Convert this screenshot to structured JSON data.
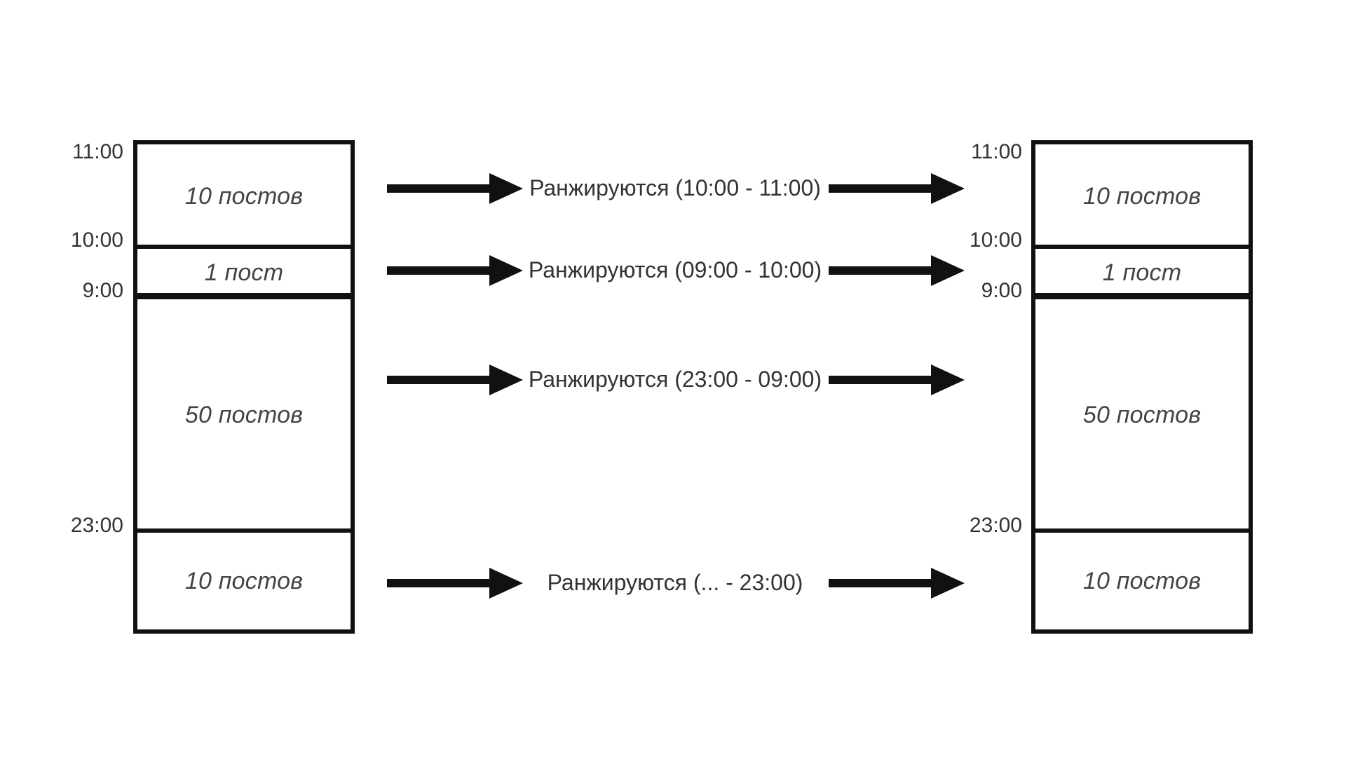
{
  "left_column": {
    "times": {
      "t1100": "11:00",
      "t1000": "10:00",
      "t0900": "9:00",
      "t2300": "23:00"
    },
    "segments": [
      {
        "label": "10 постов"
      },
      {
        "label": "1 пост"
      },
      {
        "label": "50  постов"
      },
      {
        "label": "10 постов"
      }
    ]
  },
  "right_column": {
    "times": {
      "t1100": "11:00",
      "t1000": "10:00",
      "t0900": "9:00",
      "t2300": "23:00"
    },
    "segments": [
      {
        "label": "10 постов"
      },
      {
        "label": "1 пост"
      },
      {
        "label": "50  постов"
      },
      {
        "label": "10 постов"
      }
    ]
  },
  "rows": [
    {
      "label": "Ранжируются (10:00 - 11:00)"
    },
    {
      "label": "Ранжируются (09:00 - 10:00)"
    },
    {
      "label": "Ранжируются (23:00 - 09:00)"
    },
    {
      "label": "Ранжируются (... - 23:00)"
    }
  ],
  "colors": {
    "stroke": "#111111",
    "text": "#333333"
  }
}
